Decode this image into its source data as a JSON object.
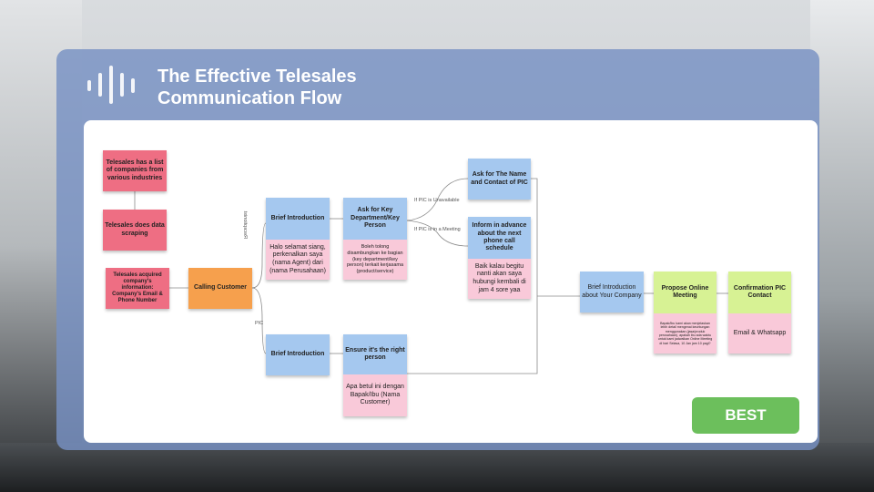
{
  "header": {
    "title_line1": "The Effective Telesales",
    "title_line2": "Communication Flow",
    "logo_icon": "sound-wave-icon"
  },
  "flow": {
    "n1": "Telesales has a list of companies from various industries",
    "n2": "Telesales does data scraping",
    "n3": "Telesales acquired company's information: Company's Email & Phone Number",
    "calling": "Calling Customer",
    "label_receptionist": "Receptionist",
    "label_pic": "PIC",
    "brief1": "Brief Introduction",
    "brief1_body": "Halo selamat siang, perkenalkan saya (nama Agent) dari (nama Perusahaan)",
    "askkey": "Ask for Key Department/Key Person",
    "askkey_body": "Boleh tolong disambungkan ke bagian (key department/key person) terkait kerjasama (product/service)",
    "label_unavailable": "If PIC is Unavailable",
    "label_meeting": "If PIC is in a Meeting",
    "askname": "Ask for The Name and Contact of PIC",
    "inform": "Inform in advance about the next phone call schedule",
    "inform_body": "Baik kalau begitu nanti akan saya hubungi kembali di jam 4 sore yaa",
    "brief2": "Brief Introduction",
    "ensure": "Ensure it's the right person",
    "ensure_body": "Apa betul ini dengan Bapak/Ibu (Nama Customer)",
    "company": "Brief Introduction about Your Company",
    "propose": "Propose Online Meeting",
    "propose_body": "Bapak/Ibu kami akan menjelaskan lebih detail mengenai keuntungan menggunakan (jasa/produk perusahaan), apakah ibu ada waktu untuk kami jadwalkan Online Meeting di hari Selasa, 10 Jan jam 10 pagi?",
    "confirm": "Confirmation PIC Contact",
    "confirm_body": "Email & Whatsapp"
  },
  "best_label": "BEST"
}
